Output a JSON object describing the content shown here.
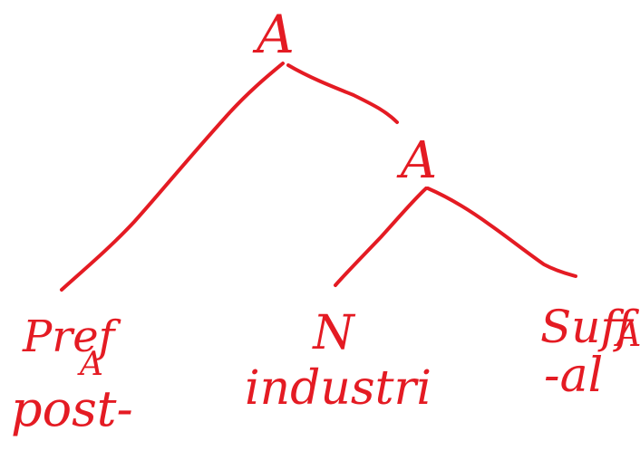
{
  "diagram": {
    "ink_color": "#e41b23",
    "nodes": {
      "root": {
        "label": "A"
      },
      "inner": {
        "label": "A"
      },
      "prefix": {
        "label": "Pref",
        "subscript": "A",
        "morpheme": "post-"
      },
      "noun": {
        "label": "N",
        "morpheme": "industri"
      },
      "suffix": {
        "label": "Suff",
        "subscript": "A",
        "morpheme": "-al"
      }
    }
  }
}
